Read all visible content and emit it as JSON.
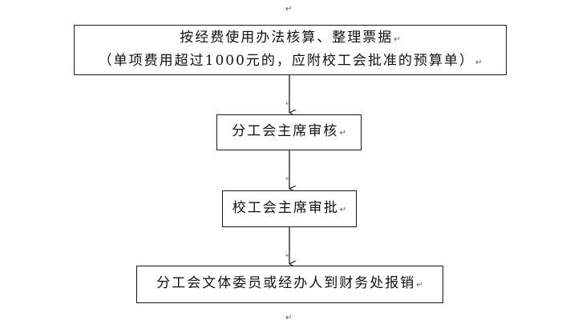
{
  "paragraph_mark": "↵",
  "diagram": {
    "steps": [
      {
        "id": "step1",
        "lines": [
          "按经费使用办法核算、整理票据",
          "（单项费用超过1000元的，应附校工会批准的预算单）"
        ]
      },
      {
        "id": "step2",
        "lines": [
          "分工会主席审核"
        ]
      },
      {
        "id": "step3",
        "lines": [
          "校工会主席审批"
        ]
      },
      {
        "id": "step4",
        "lines": [
          "分工会文体委员或经办人到财务处报销"
        ]
      }
    ]
  }
}
